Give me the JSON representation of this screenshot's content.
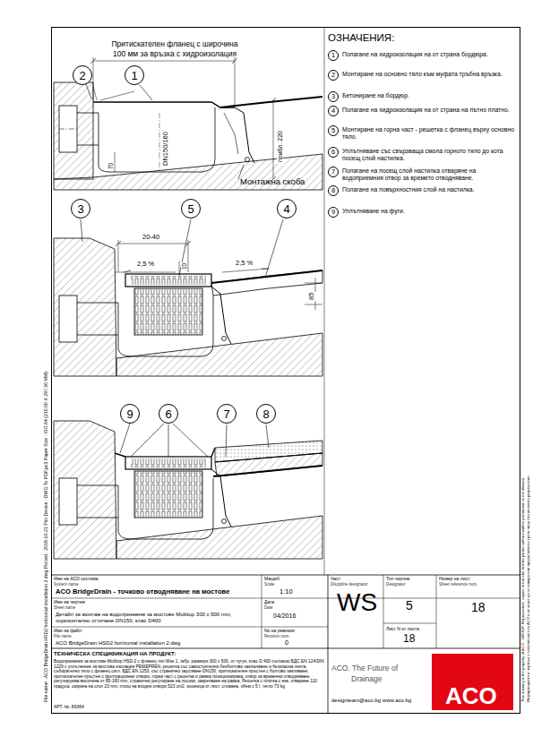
{
  "diagram": {
    "title": "ACO BridgeDrain - точково отводняване на мостове",
    "nodes": [
      {
        "text": [
          "2"
        ]
      },
      {
        "text": [
          "1"
        ]
      },
      {
        "text": [
          "3"
        ]
      },
      {
        "text": [
          "5"
        ]
      },
      {
        "text": [
          "4"
        ]
      },
      {
        "text": [
          "9"
        ]
      },
      {
        "text": [
          "6"
        ]
      },
      {
        "text": [
          "7"
        ]
      },
      {
        "text": [
          "8"
        ]
      },
      {
        "text": [
          "1"
        ]
      },
      {
        "text": [
          "2"
        ]
      },
      {
        "text": [
          "3"
        ]
      },
      {
        "text": [
          "4"
        ]
      },
      {
        "text": [
          "5"
        ]
      },
      {
        "text": [
          "6"
        ]
      },
      {
        "text": [
          "7"
        ]
      },
      {
        "text": [
          "8"
        ]
      },
      {
        "text": [
          "9"
        ]
      }
    ],
    "labels": [
      "Притискателен фланец с широчина",
      "100 мм за връзка с хидроизолация",
      "DN150/160",
      "прибл. 220",
      "70",
      "Монтажна скоба",
      "20-40",
      "2,5 %",
      "10",
      "2,5 %",
      "85",
      "ОЗНАЧЕНИЯ:",
      "Полагане на хидроизолация на от страна бордюра.",
      "Монтиране на основно тяло към муфата тръбна връзка.",
      "Бетониране на бордюр.",
      "Полагане на хидроизолация на от страна на пътно платно.",
      "Монтиране на горна част - решетка с фланец върху основно тяло.",
      "Уплътняване със свързваща смола горното тяло до кота посещ слой настилка.",
      "Полагане на посещ слой настилка отваряне на водоприемния отвор за времето отводняване.",
      "Полагане на повърхностния слой на настилка.",
      "Уплътняване на фуги.",
      "Име на ACO система:",
      "System name",
      "Име на чертеж:",
      "Sheet name",
      "Детайл за монтаж на водоприемник за мостове Multitop 300 x 500 mm, хоризонтално оттичане DN150, клас D400",
      "Име на файл:",
      "File name",
      "ACO BridgeDrain HSD2 horizontal installation 2.dwg",
      "ТЕХНИЧЕСКА СПЕЦИФИКАЦИЯ НА ПРОДУКТ:",
      "Водоприемник за мостове Multitop HSD-2 с фланец тип Wse 1, габр. размери 300 x 500, от чугун, клас D 400 съгласно БДС EN 124/DIN 1229 с уплътнение за мостова изолация PEWEPREN, решетка със самостоятелно безболтово заключване и безопасна лента, събирателно тяло с фланец сигл. БДС EN 1253, със странично заустване DN150, притискателен пръстен с болтово закливане, притискателен пръстен с филтрационни отвори, горна част с решетка и рамка позиционирана, отвор за временно отводняване, регулируема височина от 85-160 mm, странично регулиране на посоки, закрепване на рамка, Решетка с плитка с нек. отваряне 110 градуса, ширина на слот 23 mm, площ на входни отвори 523 cm2, кошница от лист. стомана, обем с 5 l, тегло 73 kg",
      "АРТ. №: 89364",
      "Мащаб:",
      "Scale",
      "1:10",
      "Дата",
      "Date",
      "04/2016",
      "No на ревизия:",
      "Revision num.",
      "0",
      "Част:",
      "Discipline designator",
      "WS",
      "Тип чертеж:",
      "Designator",
      "5",
      "Лист N от листа:",
      "18",
      "Номер на лист:",
      "Sheet reference num.",
      "18",
      "ACO. The Future of",
      "Drainage",
      "designteam@aco.bg www.aco.bg",
      "ACO",
      "File name : ACO BridgeDrain HSD2 horizontal installation 2.dwg     Plotted : 2016-10-21     Plot Device : DWG To PDF.pc3     Paper Size : ISO A4 (210.00 X 297.00 MM)",
      "This drawing is the property of ACO - GROUP. Reproduction, copies or transfer to third parties without written permission is not allowed.",
      "Информацията в чертежа е собственост на ACO и не може да се копира или предоставя на трети лица без писмено разрешение."
    ]
  }
}
